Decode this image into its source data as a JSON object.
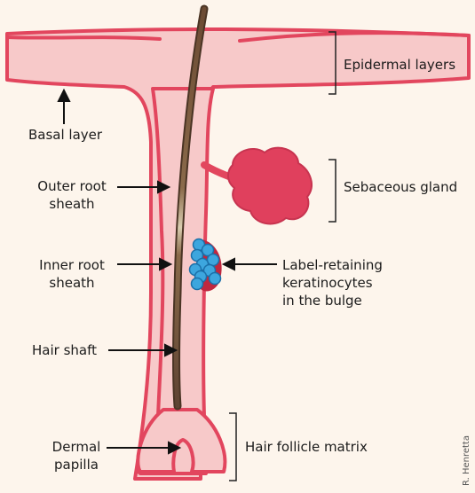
{
  "diagram": {
    "labels": {
      "epidermal_layers": "Epidermal layers",
      "basal_layer": "Basal layer",
      "outer_root_sheath": "Outer root\nsheath",
      "sebaceous_gland": "Sebaceous gland",
      "inner_root_sheath": "Inner root\nsheath",
      "label_retaining": "Label-retaining\nkeratinocytes\nin the bulge",
      "hair_shaft": "Hair shaft",
      "dermal_papilla": "Dermal\npapilla",
      "hair_follicle_matrix": "Hair follicle matrix"
    },
    "credit": "R. Henretta",
    "colors": {
      "background": "#fdf5ec",
      "skin_fill": "#f7c9c9",
      "skin_edge": "#e2465e",
      "gland": "#e0405d",
      "hair_shaft": "#5e4332",
      "stem_cells": "#3da6de",
      "stem_cell_outline": "#1b6fa8",
      "bulge": "#c0283f",
      "text": "#1b1b1b"
    }
  }
}
